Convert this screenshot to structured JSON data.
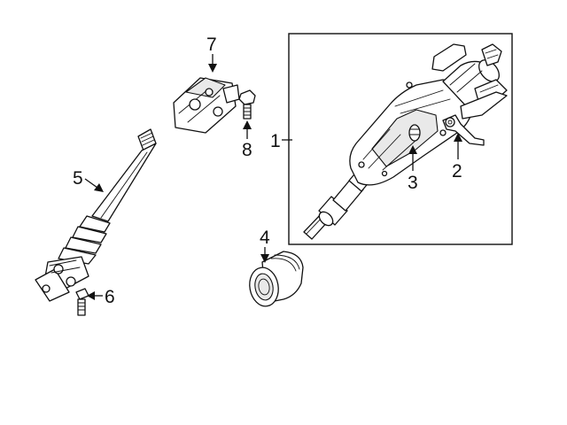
{
  "callouts": {
    "c1": "1",
    "c2": "2",
    "c3": "3",
    "c4": "4",
    "c5": "5",
    "c6": "6",
    "c7": "7",
    "c8": "8"
  },
  "parts": {
    "p1": "steering-column-assembly",
    "p2": "tilt-lever",
    "p3": "column-bracket-fastener",
    "p4": "dust-boot-seal",
    "p5": "intermediate-shaft",
    "p6": "shaft-bolt",
    "p7": "universal-joint",
    "p8": "joint-bolt"
  }
}
